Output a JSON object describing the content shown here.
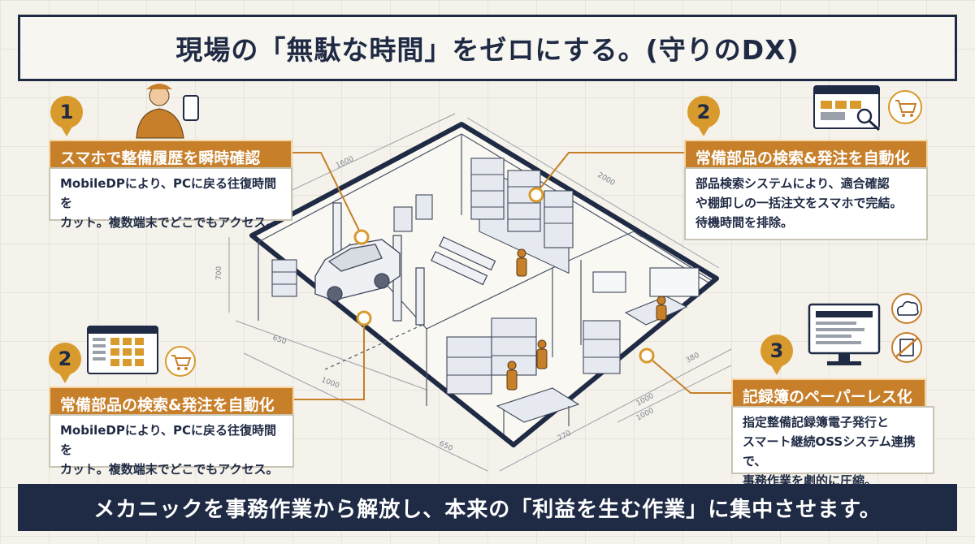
{
  "title": "現場の「無駄な時間」をゼロにする。(守りのDX)",
  "callouts": [
    {
      "number": "1",
      "heading": "スマホで整備履歴を瞬時確認",
      "text": "MobileDPにより、PCに戻る往復時間を\nカット。複数端末でどこでもアクセス。"
    },
    {
      "number": "2",
      "heading": "常備部品の検索&発注を自動化",
      "text": "部品検索システムにより、適合確認\nや棚卸しの一括注文をスマホで完結。\n待機時間を排除。"
    },
    {
      "number": "2",
      "heading": "常備部品の検索&発注を自動化",
      "text": "MobileDPにより、PCに戻る往復時間を\nカット。複数端末でどこでもアクセス。"
    },
    {
      "number": "3",
      "heading": "記録簿のペーパーレス化",
      "text": "指定整備記録簿電子発行と\nスマート継続OSSシステム連携で、\n事務作業を劇的に圧縮。"
    }
  ],
  "dimensions": [
    "1600",
    "2000",
    "700",
    "650",
    "1000",
    "650",
    "770",
    "1000",
    "380",
    "1000"
  ],
  "footer": "メカニックを事務作業から解放し、本来の「利益を生む作業」に集中させます。",
  "colors": {
    "navy": "#1f2a44",
    "orange": "#c77f2a",
    "gold": "#d89a2c",
    "background": "#f4f2ea"
  }
}
